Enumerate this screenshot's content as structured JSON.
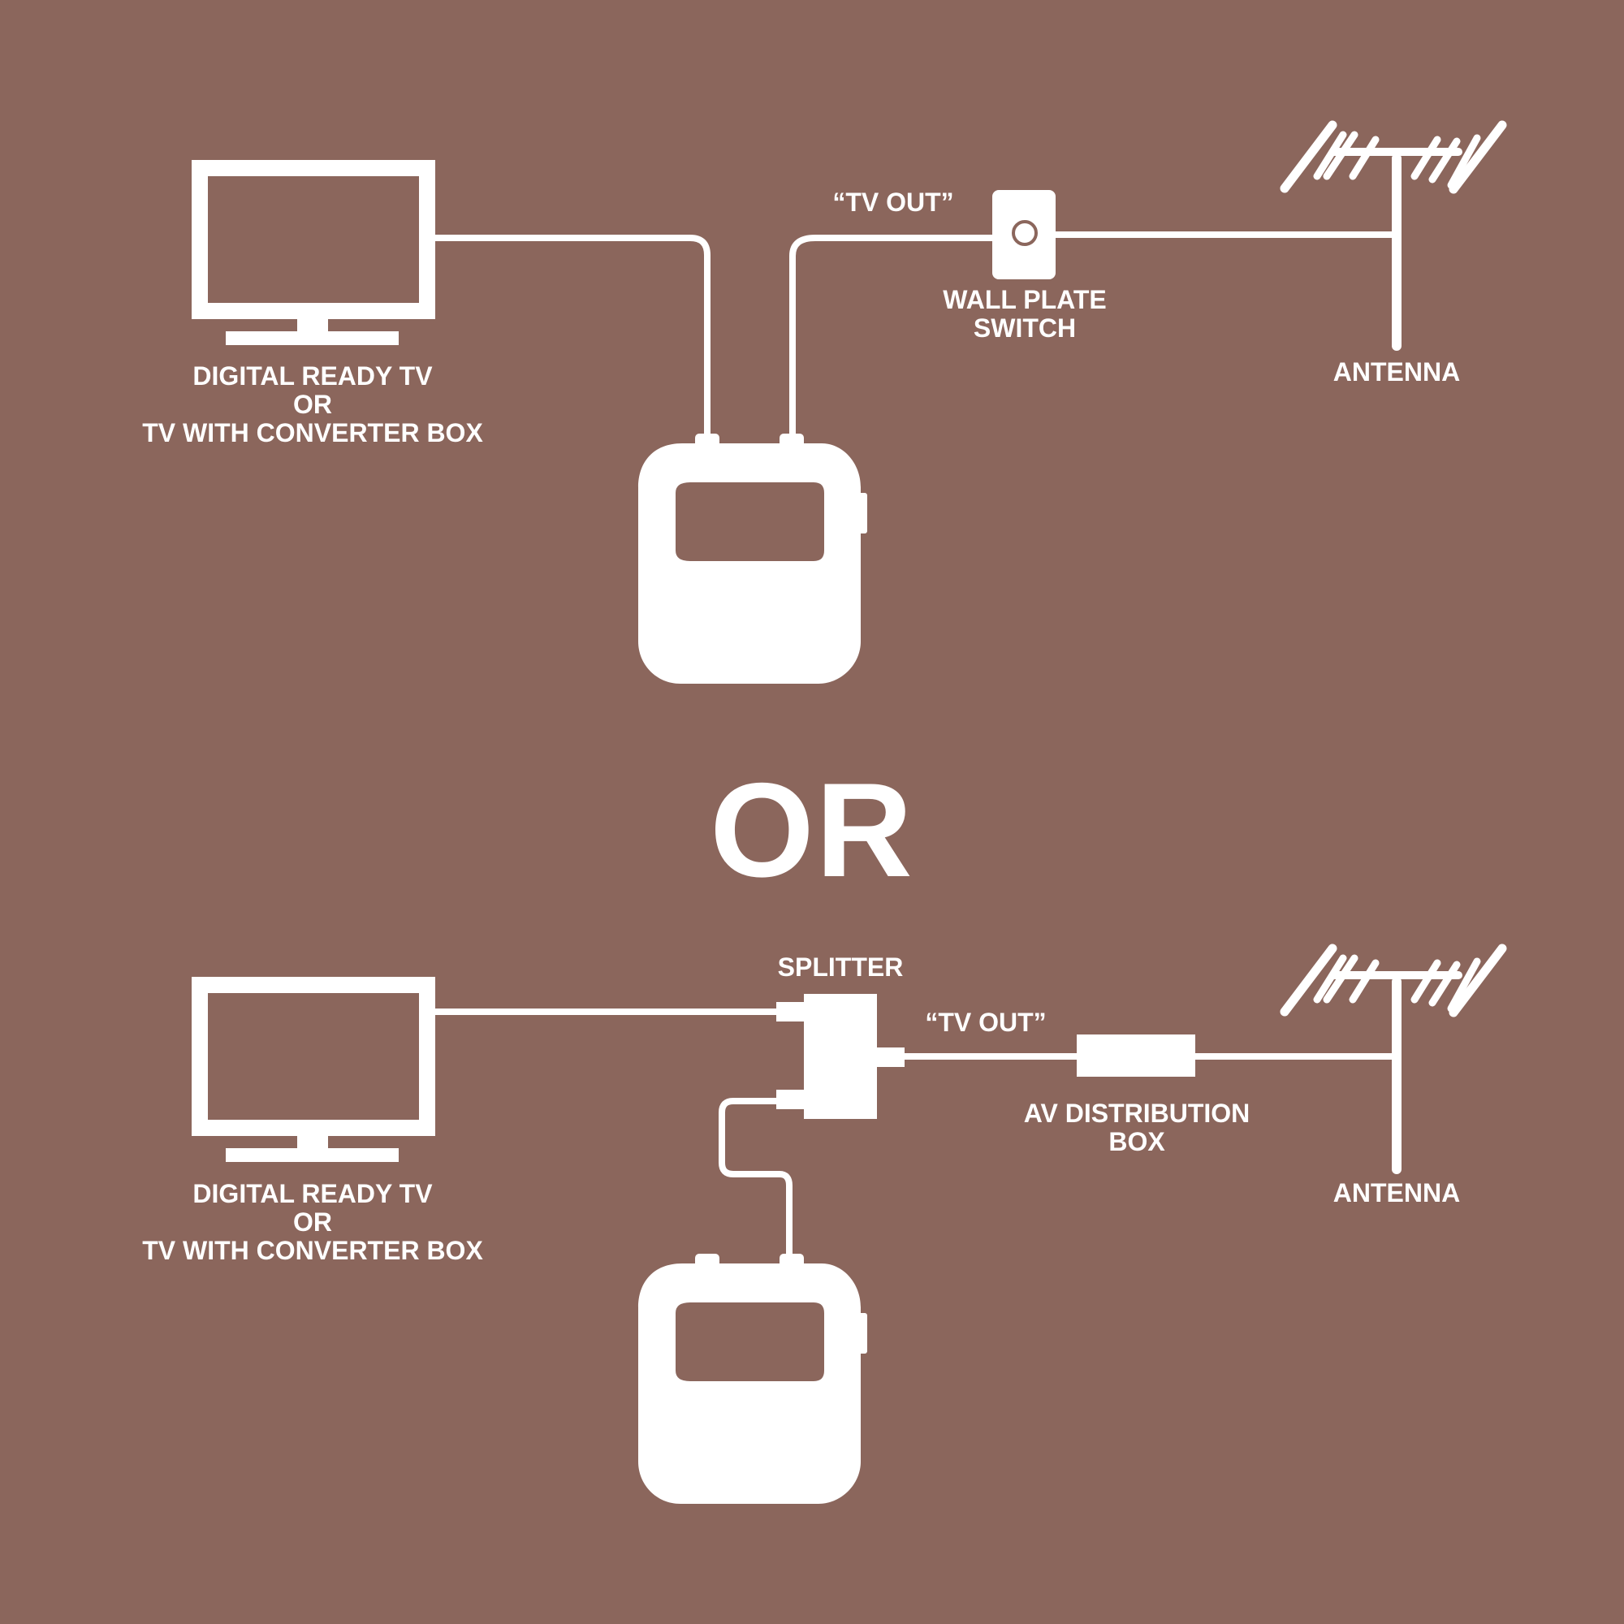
{
  "colors": {
    "background": "#8b665c",
    "foreground": "#ffffff"
  },
  "top": {
    "tv_label": [
      "DIGITAL READY TV",
      "OR",
      "TV WITH CONVERTER BOX"
    ],
    "tv_out_label": "“TV OUT”",
    "wall_plate_label": [
      "WALL PLATE",
      "SWITCH"
    ],
    "antenna_label": "ANTENNA"
  },
  "or_label": "OR",
  "bottom": {
    "splitter_label": "SPLITTER",
    "tv_out_label": "“TV OUT”",
    "av_box_label": [
      "AV DISTRIBUTION",
      "BOX"
    ],
    "tv_label": [
      "DIGITAL READY TV",
      "OR",
      "TV WITH CONVERTER BOX"
    ],
    "antenna_label": "ANTENNA"
  },
  "icons": [
    "tv-icon",
    "receiver-icon",
    "wall-plate-icon",
    "antenna-icon",
    "splitter-icon",
    "av-distribution-box-icon"
  ]
}
